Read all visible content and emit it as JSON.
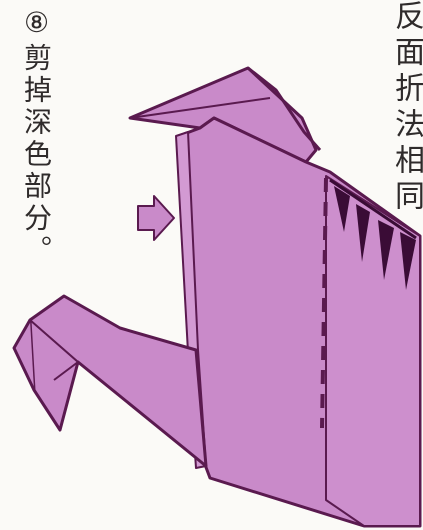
{
  "instruction": {
    "step_number": "⑧",
    "text": "剪掉深色部分。"
  },
  "side_note": "反面折法相同",
  "colors": {
    "paper_fill": "#c98ac9",
    "paper_fill_light": "#d39ad3",
    "outline": "#5a1a4f",
    "dark_cut": "#3a0c36",
    "arrow_fill": "#c98ac9",
    "text": "#2f2b2b"
  },
  "icons": {
    "pointer": "right-arrow-icon",
    "step_badge": "circled-number-icon"
  }
}
